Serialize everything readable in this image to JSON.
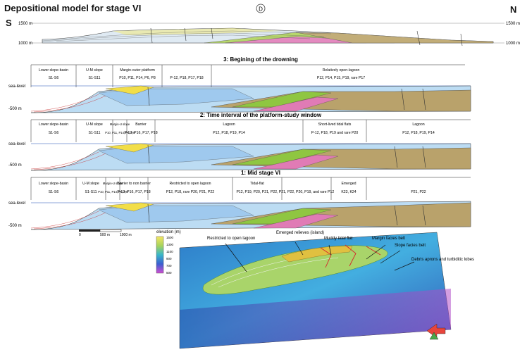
{
  "title": "Depositional model for stage VI",
  "compass": {
    "south": "S",
    "north": "N",
    "section_marker": "D"
  },
  "elevation_labels": {
    "e1500_left": "1500 m",
    "e1000_left": "1000 m",
    "e1500_right": "1500 m",
    "e1000_right": "1000 m"
  },
  "sea_level_label": "sea-level",
  "depth_label": "-500 m",
  "sections": [
    {
      "title": "3: Begining of the drowning",
      "zones": [
        {
          "name": "Lower slope-basin",
          "taxa": "S1-S6"
        },
        {
          "name": "U-M slope",
          "taxa": "S1-S11"
        },
        {
          "name": "Margin-outer platform",
          "taxa": "P10, P11, P14, P6, P8"
        },
        {
          "name": "",
          "taxa": "P-12, P18, P17, P18"
        },
        {
          "name": "Relatively open-lagoon",
          "taxa": "P12, P14, P15, P19, rare P17"
        }
      ]
    },
    {
      "title": "2: Time interval of the platform-study window",
      "zones": [
        {
          "name": "Lower slope-basin",
          "taxa": "S1-S6"
        },
        {
          "name": "U-M slope",
          "taxa": "S1-S11"
        },
        {
          "name": "Margin-U slope",
          "taxa": "P10, P11, P14, P6, P8"
        },
        {
          "name": "Barrier",
          "taxa": "P-12, P16, P17, P18"
        },
        {
          "name": "Lagoon",
          "taxa": "P12, P18, P19, P14"
        },
        {
          "name": "Short-lived tidal flats",
          "taxa": "P-12, P18, P19 and rare P20"
        },
        {
          "name": "Lagoon",
          "taxa": "P12, P18, P19, P14"
        }
      ]
    },
    {
      "title": "1: Mid stage VI",
      "zones": [
        {
          "name": "Lower slope-basin",
          "taxa": "S1-S6"
        },
        {
          "name": "U-M slope",
          "taxa": "S1-S11"
        },
        {
          "name": "Margin-U slope",
          "taxa": "P10, P11, P14, P6, P8"
        },
        {
          "name": "Barrier to non barrier",
          "taxa": "P-12, P16, P17, P18"
        },
        {
          "name": "Restricted to open lagoon",
          "taxa": "P12, P18, rare P20, P21, P22"
        },
        {
          "name": "Tidal-flat",
          "taxa": "P12, P19, P20, P21, P22,"
        },
        {
          "name": "",
          "taxa": "P21, P22, P20, P19, and rare P12"
        },
        {
          "name": "Emerged",
          "taxa": "K23, K24"
        },
        {
          "name": "",
          "taxa": "P21, P22"
        }
      ]
    }
  ],
  "scale_bar": {
    "zero": "0",
    "mid": "500 m",
    "end": "1000 m"
  },
  "legend": {
    "title": "elevation (m)",
    "ticks": [
      "1500",
      "1300",
      "1100",
      "900",
      "700",
      "500"
    ]
  },
  "block_labels": {
    "restricted": "Restricted to open lagoon",
    "emerged": "Emerged relieves (island)",
    "muddy": "Muddy tidal flat",
    "margin": "Margin facies belt",
    "slope": "Slope facies belt",
    "debris": "Debris aprons and turbiditic lobes"
  },
  "colors": {
    "water": "#a9d0ee",
    "platform_tan": "#b9a26b",
    "slope_green": "#8fc641",
    "slope_pink": "#e07bb5",
    "yellow_margin": "#f2e14a",
    "red_line": "#d6232a"
  }
}
